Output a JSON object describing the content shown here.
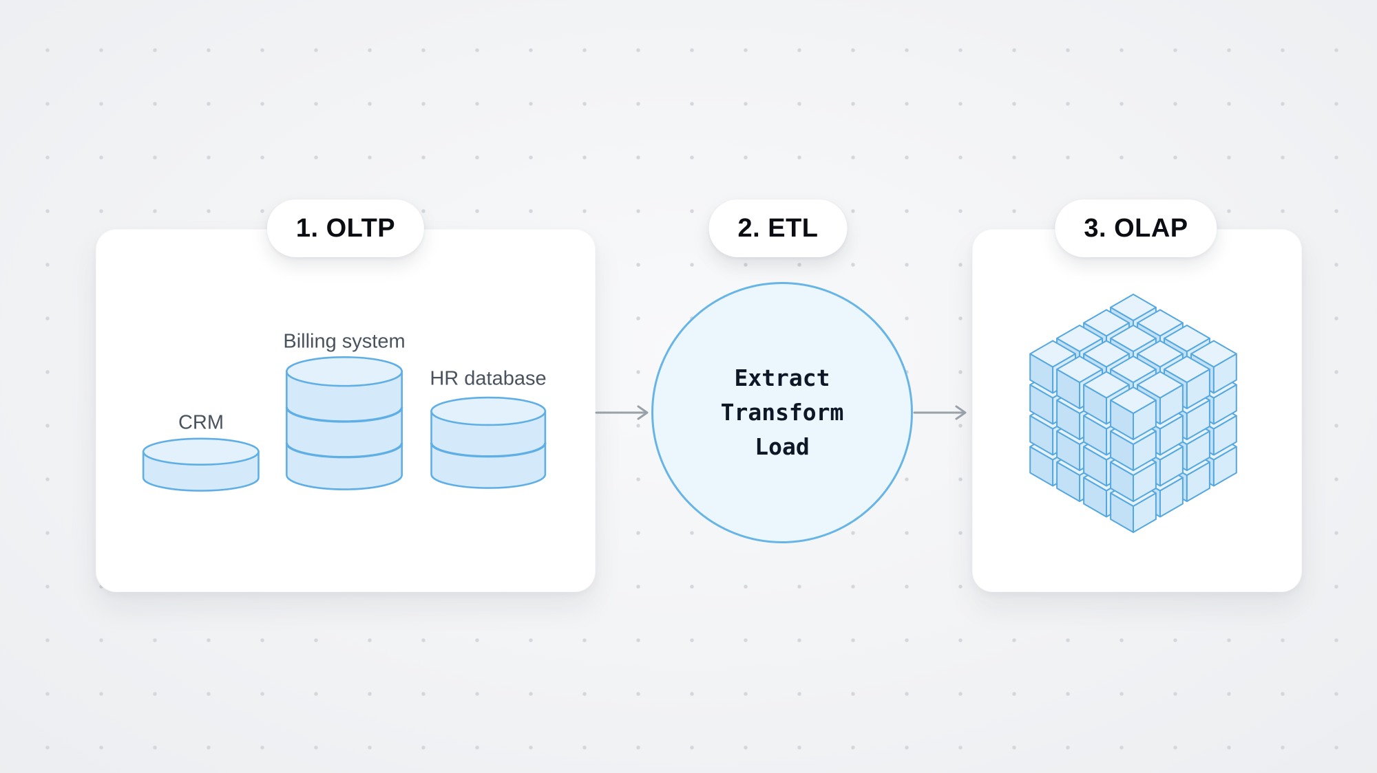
{
  "stages": [
    {
      "id": "oltp",
      "badge": "1. OLTP",
      "databases": [
        {
          "label": "CRM"
        },
        {
          "label": "Billing system"
        },
        {
          "label": "HR database"
        }
      ]
    },
    {
      "id": "etl",
      "badge": "2. ETL",
      "lines": [
        "Extract",
        "Transform",
        "Load"
      ]
    },
    {
      "id": "olap",
      "badge": "3. OLAP",
      "icon": "olap-cube"
    }
  ],
  "colors": {
    "background": "#f1f2f4",
    "dot": "#d4d7db",
    "card_bg": "#ffffff",
    "badge_bg": "#ffffff",
    "badge_text": "#0b0d12",
    "label_text": "#49535e",
    "db_fill": "#d4eafa",
    "db_top": "#e2f1fc",
    "db_stroke": "#5fafe6",
    "circle_fill": "#ecf6fd",
    "circle_stroke": "#67b4e7",
    "etl_text": "#0e1726",
    "cube_top": "#e6f3fd",
    "cube_left": "#c2e1f6",
    "cube_right": "#d7ecfb",
    "cube_stroke": "#55a7e0",
    "arrow": "#99a1a8"
  }
}
